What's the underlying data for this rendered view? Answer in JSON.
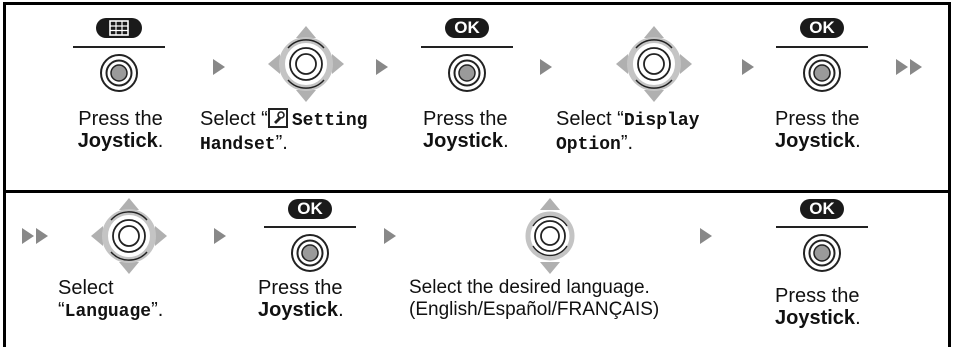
{
  "row1": {
    "step1": {
      "text_a": "Press the",
      "text_b": "Joystick",
      "suffix": "."
    },
    "step2": {
      "prefix": "Select “",
      "mono_a": "Setting",
      "mono_b": "Handset",
      "suffix": "”."
    },
    "step3": {
      "ok": "OK",
      "text_a": "Press the",
      "text_b": "Joystick",
      "suffix": "."
    },
    "step4": {
      "prefix": "Select “",
      "mono_a": "Display",
      "mono_b": "Option",
      "suffix": "”."
    },
    "step5": {
      "ok": "OK",
      "text_a": "Press the",
      "text_b": "Joystick",
      "suffix": "."
    }
  },
  "row2": {
    "step6": {
      "text_a": "Select",
      "open": "“",
      "mono": "Language",
      "close": "”."
    },
    "step7": {
      "ok": "OK",
      "text_a": "Press the",
      "text_b": "Joystick",
      "suffix": "."
    },
    "step8": {
      "text_a": "Select the desired language.",
      "text_b": "(English/Español/FRANÇAIS)"
    },
    "step9": {
      "ok": "OK",
      "text_a": "Press the",
      "text_b": "Joystick",
      "suffix": "."
    }
  },
  "icons": {
    "menu_key": "menu-grid-icon",
    "joystick_press": "joystick-center-icon",
    "joystick_4way": "joystick-4-way-icon",
    "joystick_updown": "joystick-up-down-icon",
    "continue": "double-arrow-icon",
    "next": "arrow-right-icon",
    "setting": "gear-icon"
  },
  "colors": {
    "line": "#000000",
    "arrow": "#888888",
    "pill": "#1a1a1a",
    "nav_gray": "#b0b0b0"
  }
}
